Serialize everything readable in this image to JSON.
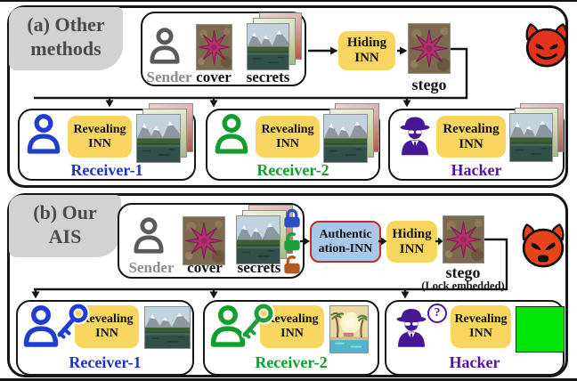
{
  "figure": {
    "panel_a": {
      "title_line1": "(a) Other",
      "title_line2": "methods",
      "sender": {
        "label": "Sender",
        "cover_label": "cover",
        "secrets_label": "secrets"
      },
      "hiding_inn": {
        "line1": "Hiding",
        "line2": "INN"
      },
      "stego_label": "stego",
      "attacker_icon": "smiling-devil-icon",
      "receivers": [
        {
          "name": "Receiver-1",
          "icon": "blue-user-icon",
          "inn_line1": "Revealing",
          "inn_line2": "INN",
          "result_icon": "revealed-secrets-stack"
        },
        {
          "name": "Receiver-2",
          "icon": "green-user-icon",
          "inn_line1": "Revealing",
          "inn_line2": "INN",
          "result_icon": "revealed-secrets-stack"
        },
        {
          "name": "Hacker",
          "icon": "purple-spy-icon",
          "inn_line1": "Revealing",
          "inn_line2": "INN",
          "result_icon": "revealed-secrets-stack"
        }
      ]
    },
    "panel_b": {
      "title_line1": "(b) Our",
      "title_line2": "AIS",
      "sender": {
        "label": "Sender",
        "cover_label": "cover",
        "secrets_label": "secrets"
      },
      "locks": [
        "locked-blue-lock-icon",
        "unlocked-green-lock-icon",
        "unlocked-orange-lock-icon"
      ],
      "auth_inn": {
        "line1": "Authentic",
        "line2": "ation-INN"
      },
      "hiding_inn": {
        "line1": "Hiding",
        "line2": "INN"
      },
      "stego_label": "stego",
      "stego_note": "(Lock embedded)",
      "attacker_icon": "angry-devil-icon",
      "receivers": [
        {
          "name": "Receiver-1",
          "icon": "blue-user-icon",
          "key_icon": "blue-key-icon",
          "inn_line1": "Revealing",
          "inn_line2": "INN",
          "result_icon": "revealed-secret-image"
        },
        {
          "name": "Receiver-2",
          "icon": "green-user-icon",
          "key_icon": "green-key-icon",
          "inn_line1": "Revealing",
          "inn_line2": "INN",
          "result_icon": "revealed-secret-image"
        },
        {
          "name": "Hacker",
          "icon": "purple-spy-icon",
          "badge": "?",
          "inn_line1": "Revealing",
          "inn_line2": "INN",
          "result_icon": "failed-green-square"
        }
      ]
    },
    "colors": {
      "inn_box_yellow": "#F8D55E",
      "auth_box_blue": "#A9C7E6",
      "auth_border_red": "#C03028",
      "receiver1_blue": "#1C32CC",
      "receiver2_green": "#129E2C",
      "hacker_purple": "#4F169B",
      "sender_gray": "#8C8C8C",
      "devil_red": "#E5321B",
      "fail_green": "#00E60A",
      "lock_blue": "#2E4FC4",
      "lock_green": "#1E9E38",
      "lock_orange": "#B05A21"
    }
  }
}
